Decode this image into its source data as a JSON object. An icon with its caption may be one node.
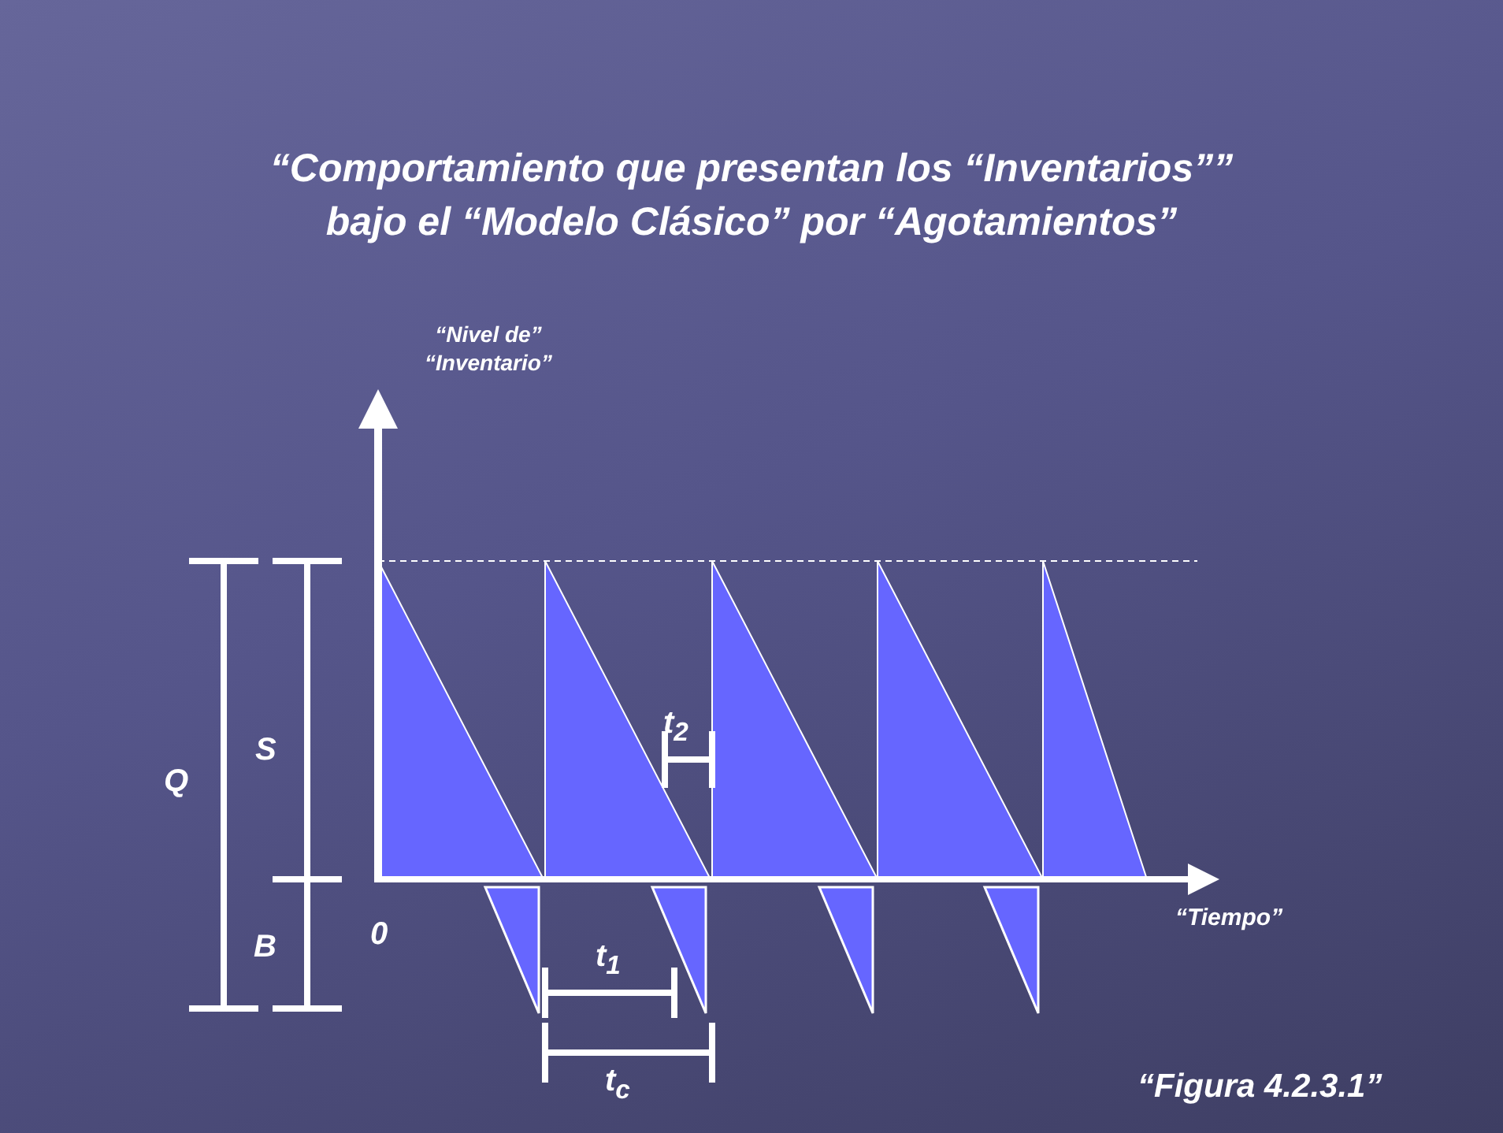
{
  "diagram": {
    "title": "“Comportamiento que presentan los “Inventarios”” bajo el “Modelo Clásico” por “Agotamientos”",
    "caption": "“Figura 4.2.3.1”",
    "labels": [
      "“Nivel de” “Inventario”",
      "Q",
      "S",
      "t$_{2}$",
      "B",
      "0",
      "t$_{1}$",
      "“Tiempo”",
      "t$_{c}$"
    ]
  }
}
